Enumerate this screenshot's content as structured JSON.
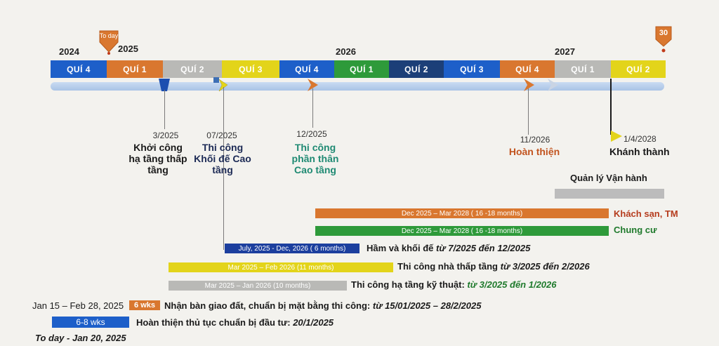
{
  "years": [
    "2024",
    "2025",
    "2026",
    "2027"
  ],
  "quarters": [
    {
      "label": "QUÍ 4",
      "color": "#1d5fc9"
    },
    {
      "label": "QUÍ 1",
      "color": "#d9772f"
    },
    {
      "label": "QUÍ 2",
      "color": "#b9b9b6"
    },
    {
      "label": "QUÍ 3",
      "color": "#e3d41a"
    },
    {
      "label": "QUÍ 4",
      "color": "#1d5fc9"
    },
    {
      "label": "QUÍ 1",
      "color": "#2e9a3a"
    },
    {
      "label": "QUÍ 2",
      "color": "#1c3f78"
    },
    {
      "label": "QUÍ 3",
      "color": "#1d5fc9"
    },
    {
      "label": "QUÍ 4",
      "color": "#d9772f"
    },
    {
      "label": "QUÍ 1",
      "color": "#b9b9b6"
    },
    {
      "label": "QUÍ 2",
      "color": "#e3d41a"
    }
  ],
  "today_badge": "To day",
  "end_badge": "30",
  "milestones": [
    {
      "date": "3/2025",
      "title": "Khởi công hạ tầng thấp tầng",
      "color": "#1a1a1a"
    },
    {
      "date": "07/2025",
      "title": "Thi công Khối đế Cao tầng",
      "color": "#1c2a55"
    },
    {
      "date": "12/2025",
      "title": "Thi công phần thân Cao tầng",
      "color": "#1f8a73"
    },
    {
      "date": "11/2026",
      "title": "Hoàn thiện",
      "color": "#c2541f"
    },
    {
      "date": "1/4/2028",
      "title": "Khánh thành",
      "color": "#1a1a1a"
    }
  ],
  "tasks": {
    "van_hanh": {
      "label": "Quản lý Vận hành",
      "color": "#bcbcbc"
    },
    "khach_san": {
      "bar": "Dec 2025 – Mar 2028 ( 16 -18 months)",
      "label": "Khách sạn, TM",
      "color": "#d9772f",
      "label_color": "#b53c1d"
    },
    "chung_cu": {
      "bar": "Dec 2025 – Mar 2028 ( 16 -18 months)",
      "label": "Chung cư",
      "color": "#2e9a3a",
      "label_color": "#1f7a2c"
    },
    "ham": {
      "bar": "July, 2025 - Dec, 2026 ( 6 months)",
      "label": "Hầm và khối đế",
      "label_italic": "từ 7/2025 đến 12/2025",
      "color": "#1c3f9e"
    },
    "thap_tang": {
      "bar": "Mar 2025 – Feb 2026 (11 months)",
      "label": "Thi công nhà thấp tầng",
      "label_italic": "từ 3/2025 đến 2/2026",
      "color": "#e3d41a"
    },
    "ha_tang": {
      "bar": "Mar 2025 – Jan 2026 (10 months)",
      "label": "Thi công hạ tầng kỹ thuật:",
      "label_italic": "từ 3/2025  đến 1/2026",
      "color": "#b9b9b6"
    },
    "ban_giao": {
      "prefix": "Jan 15 – Feb 28, 2025",
      "bar": "6 wks",
      "label": "Nhận bàn giao đất, chuẩn bị mặt bằng thi công:",
      "label_italic": "từ 15/01/2025 – 28/2/2025",
      "color": "#d9772f"
    },
    "thu_tuc": {
      "bar": "6-8 wks",
      "label": "Hoàn thiện thủ tục chuẩn bị đầu tư:",
      "label_italic": "20/1/2025",
      "color": "#1d5fc9"
    }
  },
  "today_note": "To day - Jan 20, 2025"
}
